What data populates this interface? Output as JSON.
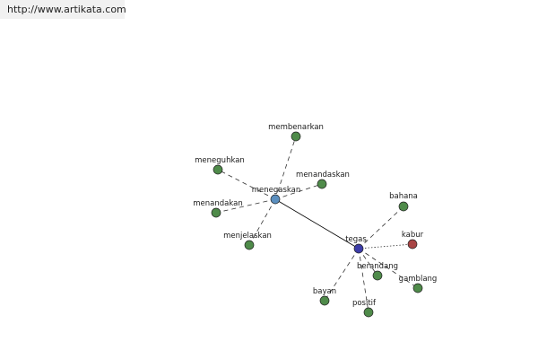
{
  "url": "http://www.artikata.com",
  "hubs": [
    {
      "id": "menegaskan",
      "label": "menegaskan",
      "color": "#5b8fbf"
    },
    {
      "id": "tegas",
      "label": "tegas",
      "color": "#3c3ca8"
    }
  ],
  "leaves": [
    {
      "id": "membenarkan",
      "label": "membenarkan",
      "hub": "menegaskan",
      "color": "#4f8b4a"
    },
    {
      "id": "meneguhkan",
      "label": "meneguhkan",
      "hub": "menegaskan",
      "color": "#4f8b4a"
    },
    {
      "id": "menandaskan",
      "label": "menandaskan",
      "hub": "menegaskan",
      "color": "#4f8b4a"
    },
    {
      "id": "menandakan",
      "label": "menandakan",
      "hub": "menegaskan",
      "color": "#4f8b4a"
    },
    {
      "id": "menjelaskan",
      "label": "menjelaskan",
      "hub": "menegaskan",
      "color": "#4f8b4a"
    },
    {
      "id": "bahana",
      "label": "bahana",
      "hub": "tegas",
      "color": "#4f8b4a"
    },
    {
      "id": "kabur",
      "label": "kabur",
      "hub": "tegas",
      "color": "#a84444"
    },
    {
      "id": "berandang",
      "label": "berandang",
      "hub": "tegas",
      "color": "#4f8b4a"
    },
    {
      "id": "gamblang",
      "label": "gamblang",
      "hub": "tegas",
      "color": "#4f8b4a"
    },
    {
      "id": "bayan",
      "label": "bayan",
      "hub": "tegas",
      "color": "#4f8b4a"
    },
    {
      "id": "positif",
      "label": "positif",
      "hub": "tegas",
      "color": "#4f8b4a"
    }
  ],
  "link_colors": {
    "hub_link": "#000000",
    "synonym_link": "#333333"
  }
}
